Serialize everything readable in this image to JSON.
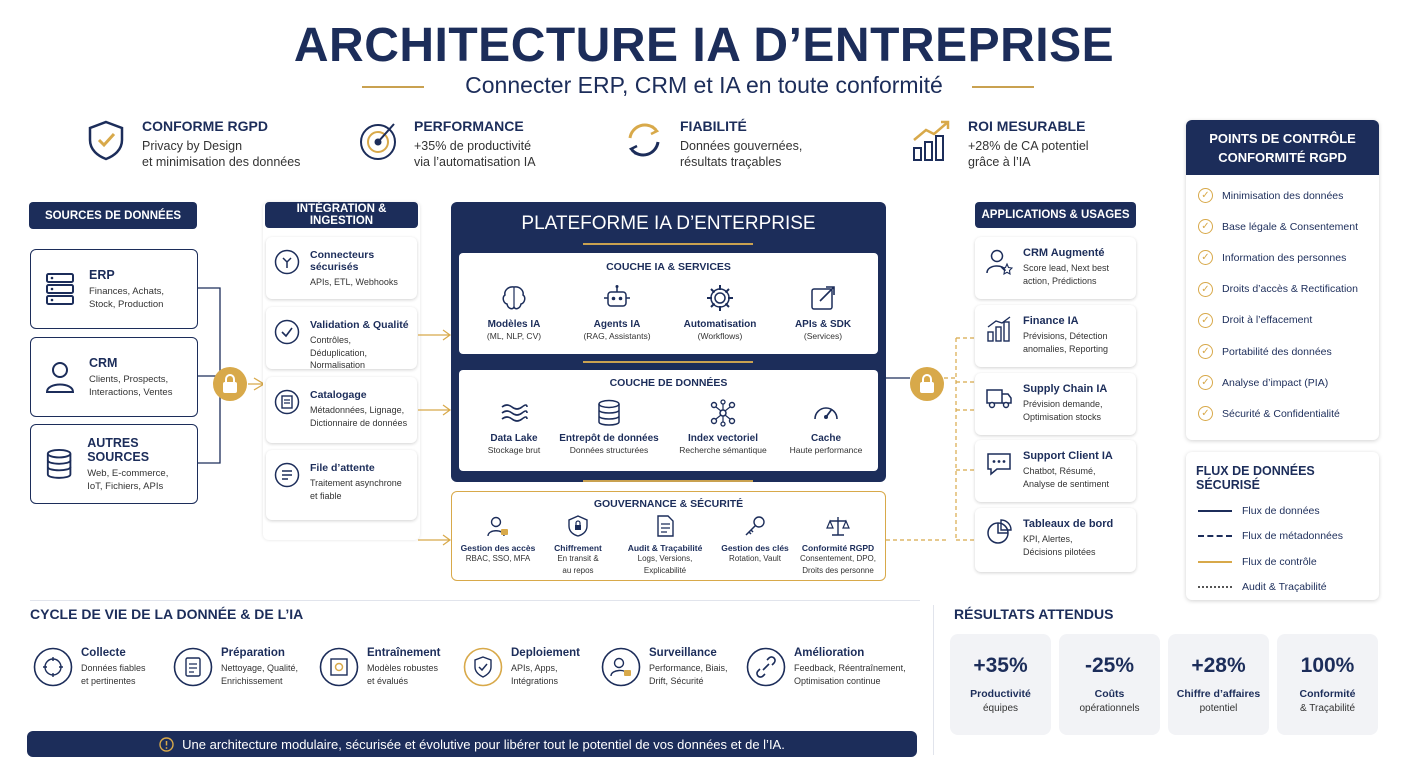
{
  "header": {
    "title": "ARCHITECTURE IA D’ENTREPRISE",
    "subtitle": "Connecter ERP, CRM et IA en toute conformité"
  },
  "kpis": [
    {
      "icon": "shield-check-icon",
      "title": "CONFORME RGPD",
      "line1": "Privacy by Design",
      "line2": "et minimisation des données"
    },
    {
      "icon": "target-icon",
      "title": "PERFORMANCE",
      "line1": "+35% de productivité",
      "line2": "via l’automatisation IA"
    },
    {
      "icon": "refresh-cycle-icon",
      "title": "FIABILITÉ",
      "line1": "Données gouvernées,",
      "line2": "résultats traçables"
    },
    {
      "icon": "growth-chart-icon",
      "title": "ROI MESURABLE",
      "line1": "+28% de CA potentiel",
      "line2": "grâce à l’IA"
    }
  ],
  "sources": {
    "header": "SOURCES DE DONNÉES",
    "items": [
      {
        "icon": "server-icon",
        "title": "ERP",
        "line1": "Finances, Achats,",
        "line2": "Stock, Production"
      },
      {
        "icon": "user-icon",
        "title": "CRM",
        "line1": "Clients, Prospects,",
        "line2": "Interactions, Ventes"
      },
      {
        "icon": "database-icon",
        "title": "AUTRES SOURCES",
        "line1": "Web, E-commerce,",
        "line2": "IoT, Fichiers, APIs"
      }
    ]
  },
  "integration": {
    "header": "INTÉGRATION & INGESTION",
    "items": [
      {
        "icon": "connector-icon",
        "title": "Connecteurs sécurisés",
        "line1": "APIs, ETL, Webhooks",
        "line2": ""
      },
      {
        "icon": "validation-icon",
        "title": "Validation & Qualité",
        "line1": "Contrôles, Déduplication,",
        "line2": "Normalisation"
      },
      {
        "icon": "catalog-icon",
        "title": "Catalogage",
        "line1": "Métadonnées, Lignage,",
        "line2": "Dictionnaire de données"
      },
      {
        "icon": "queue-icon",
        "title": "File d’attente",
        "line1": "Traitement asynchrone",
        "line2": "et fiable"
      }
    ]
  },
  "platform": {
    "title": "PLATEFORME IA D’ENTERPRISE",
    "ai_layer": {
      "title": "COUCHE IA & SERVICES",
      "items": [
        {
          "icon": "brain-icon",
          "title": "Modèles IA",
          "sub": "(ML, NLP, CV)"
        },
        {
          "icon": "robot-icon",
          "title": "Agents IA",
          "sub": "(RAG, Assistants)"
        },
        {
          "icon": "gear-icon",
          "title": "Automatisation",
          "sub": "(Workflows)"
        },
        {
          "icon": "external-link-icon",
          "title": "APIs & SDK",
          "sub": "(Services)"
        }
      ]
    },
    "data_layer": {
      "title": "COUCHE DE DONNÉES",
      "items": [
        {
          "icon": "waves-icon",
          "title": "Data Lake",
          "sub": "Stockage brut"
        },
        {
          "icon": "database-icon",
          "title": "Entrepôt de données",
          "sub": "Données structurées"
        },
        {
          "icon": "network-icon",
          "title": "Index vectoriel",
          "sub": "Recherche sémantique"
        },
        {
          "icon": "gauge-icon",
          "title": "Cache",
          "sub": "Haute performance"
        }
      ]
    },
    "governance": {
      "title": "GOUVERNANCE & SÉCURITÉ",
      "items": [
        {
          "icon": "user-lock-icon",
          "title": "Gestion des accès",
          "line1": "RBAC, SSO, MFA",
          "line2": ""
        },
        {
          "icon": "shield-lock-icon",
          "title": "Chiffrement",
          "line1": "En transit &",
          "line2": "au repos"
        },
        {
          "icon": "document-icon",
          "title": "Audit & Traçabilité",
          "line1": "Logs, Versions,",
          "line2": "Explicabilité"
        },
        {
          "icon": "key-icon",
          "title": "Gestion des clés",
          "line1": "Rotation, Vault",
          "line2": ""
        },
        {
          "icon": "scales-icon",
          "title": "Conformité RGPD",
          "line1": "Consentement, DPO,",
          "line2": "Droits des personne"
        }
      ]
    }
  },
  "applications": {
    "header": "APPLICATIONS & USAGES",
    "items": [
      {
        "icon": "user-star-icon",
        "title": "CRM Augmenté",
        "line1": "Score lead, Next best",
        "line2": "action, Prédictions"
      },
      {
        "icon": "bar-chart-icon",
        "title": "Finance IA",
        "line1": "Prévisions, Détection",
        "line2": "anomalies, Reporting"
      },
      {
        "icon": "truck-icon",
        "title": "Supply Chain IA",
        "line1": "Prévision demande,",
        "line2": "Optimisation stocks"
      },
      {
        "icon": "chat-icon",
        "title": "Support Client IA",
        "line1": "Chatbot, Résumé,",
        "line2": "Analyse de sentiment"
      },
      {
        "icon": "pie-chart-icon",
        "title": "Tableaux de bord",
        "line1": "KPI, Alertes,",
        "line2": "Décisions pilotées"
      }
    ]
  },
  "rgpd": {
    "title_line1": "POINTS DE CONTRÔLE",
    "title_line2": "CONFORMITÉ RGPD",
    "items": [
      "Minimisation des données",
      "Base légale & Consentement",
      "Information des personnes",
      "Droits d’accès & Rectification",
      "Droit à l’effacement",
      "Portabilité des données",
      "Analyse d’impact (PIA)",
      "Sécurité & Confidentialité"
    ]
  },
  "flux": {
    "title": "FLUX DE DONNÉES SÉCURISÉ",
    "items": [
      {
        "style": "solid",
        "color": "#1c2d5a",
        "label": "Flux de données"
      },
      {
        "style": "dashed",
        "color": "#1c2d5a",
        "label": "Flux de métadonnées"
      },
      {
        "style": "solid",
        "color": "#d8a94a",
        "label": "Flux de contrôle"
      },
      {
        "style": "dotted",
        "color": "#555555",
        "label": "Audit & Traçabilité"
      }
    ]
  },
  "cycle": {
    "title": "CYCLE DE VIE DE LA DONNÉE & DE L’IA",
    "items": [
      {
        "icon": "target-pin-icon",
        "title": "Collecte",
        "line1": "Données fiables",
        "line2": "et pertinentes"
      },
      {
        "icon": "clipboard-icon",
        "title": "Préparation",
        "line1": "Nettoyage, Qualité,",
        "line2": "Enrichissement"
      },
      {
        "icon": "chip-gear-icon",
        "title": "Entraînement",
        "line1": "Modèles robustes",
        "line2": "et évalués"
      },
      {
        "icon": "shield-check-icon",
        "title": "Deploiement",
        "line1": "APIs, Apps,",
        "line2": "Intégrations"
      },
      {
        "icon": "user-lock-icon",
        "title": "Surveillance",
        "line1": "Performance, Biais,",
        "line2": "Drift, Sécurité"
      },
      {
        "icon": "link-icon",
        "title": "Amélioration",
        "line1": "Feedback, Réentraînement,",
        "line2": "Optimisation continue"
      }
    ]
  },
  "results": {
    "title": "RÉSULTATS ATTENDUS",
    "items": [
      {
        "value": "+35%",
        "label1": "Productivité",
        "label2": "équipes"
      },
      {
        "value": "-25%",
        "label1": "Coûts",
        "label2": "opérationnels"
      },
      {
        "value": "+28%",
        "label1": "Chiffre d’affaires",
        "label2": "potentiel"
      },
      {
        "value": "100%",
        "label1": "Conformité",
        "label2": "& Traçabilité"
      }
    ]
  },
  "footer": {
    "icon": "info-icon",
    "text": "Une architecture modulaire, sécurisée et évolutive pour libérer tout le potentiel de vos données et de l’IA."
  },
  "colors": {
    "navy": "#1c2d5a",
    "gold": "#d8a94a"
  }
}
